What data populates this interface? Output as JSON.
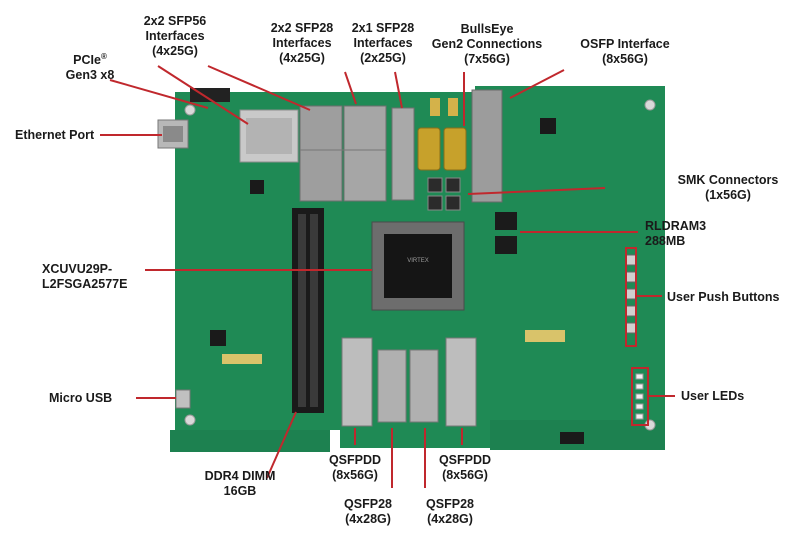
{
  "labels": {
    "pcie": {
      "line1": "PCIe",
      "reg": "®",
      "line2": "Gen3 x8"
    },
    "sfp56": {
      "line1": "2x2 SFP56",
      "line2": "Interfaces",
      "line3": "(4x25G)"
    },
    "sfp28_2x2": {
      "line1": "2x2 SFP28",
      "line2": "Interfaces",
      "line3": "(4x25G)"
    },
    "sfp28_2x1": {
      "line1": "2x1 SFP28",
      "line2": "Interfaces",
      "line3": "(2x25G)"
    },
    "bullseye": {
      "line1": "BullsEye",
      "line2": "Gen2 Connections",
      "line3": "(7x56G)"
    },
    "osfp": {
      "line1": "OSFP Interface",
      "line2": "(8x56G)"
    },
    "ethernet": {
      "line1": "Ethernet Port"
    },
    "smk": {
      "line1": "SMK Connectors",
      "line2": "(1x56G)"
    },
    "rldram": {
      "line1": "RLDRAM3",
      "line2": "288MB"
    },
    "fpga": {
      "line1": "XCUVU29P-",
      "line2": "L2FSGA2577E"
    },
    "pushbuttons": {
      "line1": "User Push Buttons"
    },
    "microusb": {
      "line1": "Micro USB"
    },
    "leds": {
      "line1": "User LEDs"
    },
    "ddr4": {
      "line1": "DDR4 DIMM",
      "line2": "16GB"
    },
    "qsfpdd_left": {
      "line1": "QSFPDD",
      "line2": "(8x56G)"
    },
    "qsfpdd_right": {
      "line1": "QSFPDD",
      "line2": "(8x56G)"
    },
    "qsfp28_left": {
      "line1": "QSFP28",
      "line2": "(4x28G)"
    },
    "qsfp28_right": {
      "line1": "QSFP28",
      "line2": "(4x28G)"
    }
  },
  "colors": {
    "pcb": "#1f8a55",
    "pcb_dark": "#16663f",
    "callout": "#c0282d",
    "text": "#1a1a1a"
  },
  "chip": {
    "marking": "VIRTEX"
  }
}
